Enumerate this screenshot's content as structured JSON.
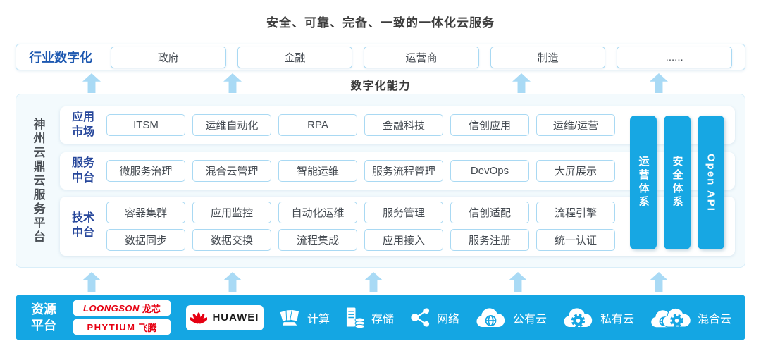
{
  "title": "安全、可靠、完备、一致的一体化云服务",
  "industry": {
    "label": "行业数字化",
    "sectors": [
      "政府",
      "金融",
      "运营商",
      "制造",
      "......"
    ]
  },
  "capability_label": "数字化能力",
  "platform": {
    "side_label": "神州云鼎云服务平台",
    "rows": [
      {
        "label": "应用市场",
        "lines": [
          [
            "ITSM",
            "运维自动化",
            "RPA",
            "金融科技",
            "信创应用",
            "运维/运营"
          ]
        ]
      },
      {
        "label": "服务中台",
        "lines": [
          [
            "微服务治理",
            "混合云管理",
            "智能运维",
            "服务流程管理",
            "DevOps",
            "大屏展示"
          ]
        ]
      },
      {
        "label": "技术中台",
        "lines": [
          [
            "容器集群",
            "应用监控",
            "自动化运维",
            "服务管理",
            "信创适配",
            "流程引擎"
          ],
          [
            "数据同步",
            "数据交换",
            "流程集成",
            "应用接入",
            "服务注册",
            "统一认证"
          ]
        ]
      }
    ],
    "pillars": [
      "运营体系",
      "安全体系",
      "Open API"
    ]
  },
  "resources": {
    "label": "资源平台",
    "vendors": [
      {
        "name": "LOONGSON",
        "suffix": "龙芯"
      },
      {
        "name": "PHYTIUM",
        "suffix": "飞腾"
      },
      {
        "name": "HUAWEI",
        "suffix": ""
      }
    ],
    "items": [
      {
        "icon": "compute-icon",
        "label": "计算"
      },
      {
        "icon": "storage-icon",
        "label": "存储"
      },
      {
        "icon": "network-icon",
        "label": "网络"
      },
      {
        "icon": "public-cloud-icon",
        "label": "公有云"
      },
      {
        "icon": "private-cloud-icon",
        "label": "私有云"
      },
      {
        "icon": "hybrid-cloud-icon",
        "label": "混合云"
      }
    ]
  },
  "colors": {
    "accent_blue": "#14a6e3",
    "arrow_blue": "#a9daf5",
    "box_border_blue": "#a9d9f3",
    "row_label_blue": "#27479b",
    "industry_label_blue": "#1d58b0",
    "vendor_red": "#e60012",
    "text_dark": "#3d3d3d"
  }
}
